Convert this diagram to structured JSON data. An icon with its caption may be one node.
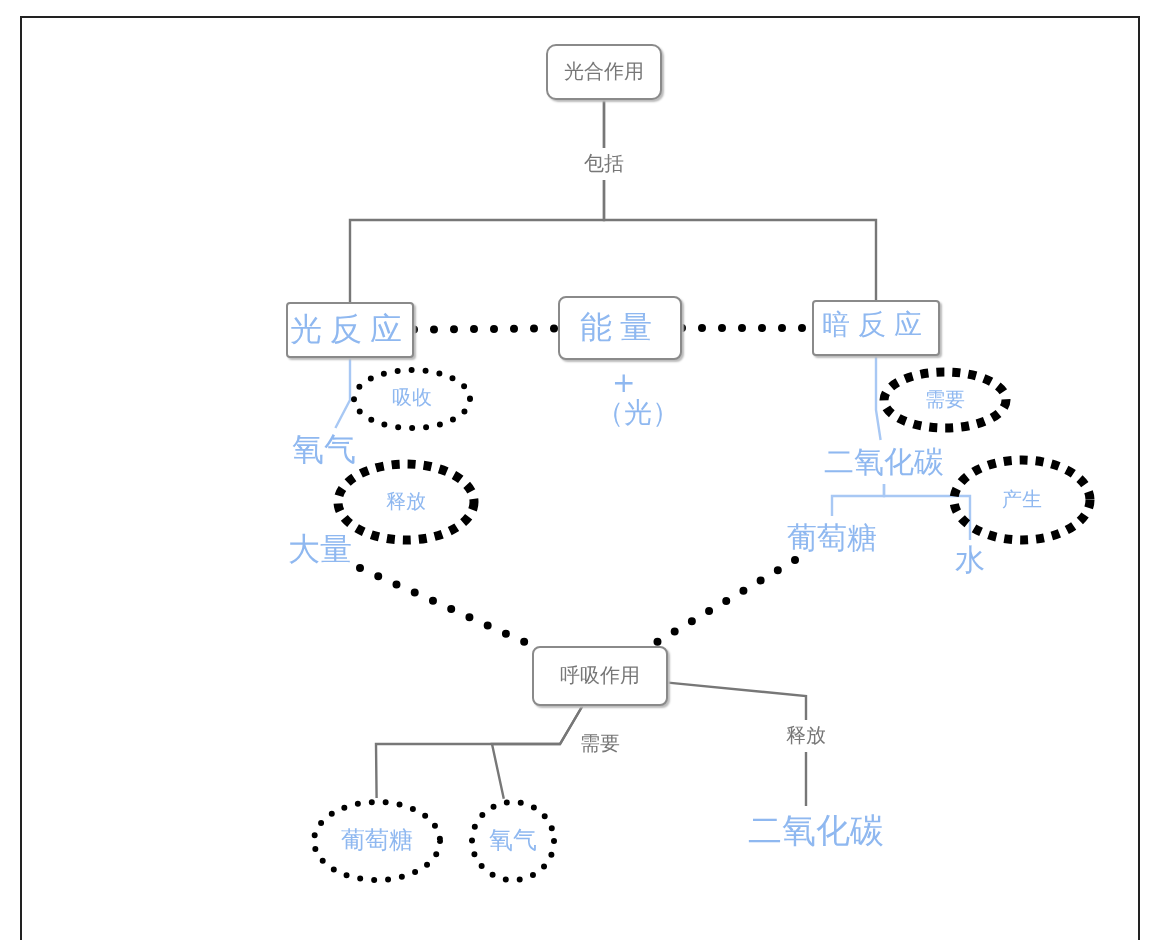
{
  "diagram": {
    "nodes": [
      {
        "text": [
          "光合作用"
        ]
      },
      {
        "text": [
          "光反应"
        ]
      },
      {
        "text": [
          "能量"
        ],
        "beside": [
          "+",
          "（光）"
        ]
      },
      {
        "text": [
          "暗反应"
        ]
      },
      {
        "text": [
          "吸收"
        ]
      },
      {
        "text": [
          "氧气"
        ]
      },
      {
        "text": [
          "释放"
        ]
      },
      {
        "text": [
          "大量"
        ]
      },
      {
        "text": [
          "需要"
        ]
      },
      {
        "text": [
          "二氧化碳"
        ]
      },
      {
        "text": [
          "葡萄糖"
        ]
      },
      {
        "text": [
          "产生"
        ]
      },
      {
        "text": [
          "水"
        ]
      },
      {
        "text": [
          "呼吸作用"
        ]
      },
      {
        "text": [
          "葡萄糖"
        ]
      },
      {
        "text": [
          "氧气"
        ]
      },
      {
        "text": [
          "二氧化碳"
        ]
      }
    ],
    "edges": [
      {
        "from": 0,
        "to": 1,
        "arrow": "none",
        "label": "包括"
      },
      {
        "from": 0,
        "to": 3,
        "arrow": "none"
      },
      {
        "from": 1,
        "to": 2,
        "arrow": "none",
        "style": "dashed",
        "color": "#000000"
      },
      {
        "from": 2,
        "to": 3,
        "arrow": "none",
        "style": "dashed",
        "color": "#000000"
      },
      {
        "from": 1,
        "to": 5,
        "arrow": "none",
        "color": "#a8c8f4"
      },
      {
        "from": 3,
        "to": 9,
        "arrow": "none",
        "color": "#a8c8f4"
      },
      {
        "from": 9,
        "to": 10,
        "arrow": "none",
        "color": "#a8c8f4"
      },
      {
        "from": 9,
        "to": 12,
        "arrow": "none",
        "color": "#a8c8f4"
      },
      {
        "from": 7,
        "to": 13,
        "arrow": "none",
        "style": "dashed",
        "color": "#000000"
      },
      {
        "from": 10,
        "to": 13,
        "arrow": "none",
        "style": "dashed",
        "color": "#000000"
      },
      {
        "from": 13,
        "to": 14,
        "arrow": "none",
        "label": "需要"
      },
      {
        "from": 13,
        "to": 15,
        "arrow": "none"
      },
      {
        "from": 13,
        "to": 16,
        "arrow": "none",
        "label": "释放"
      }
    ]
  }
}
